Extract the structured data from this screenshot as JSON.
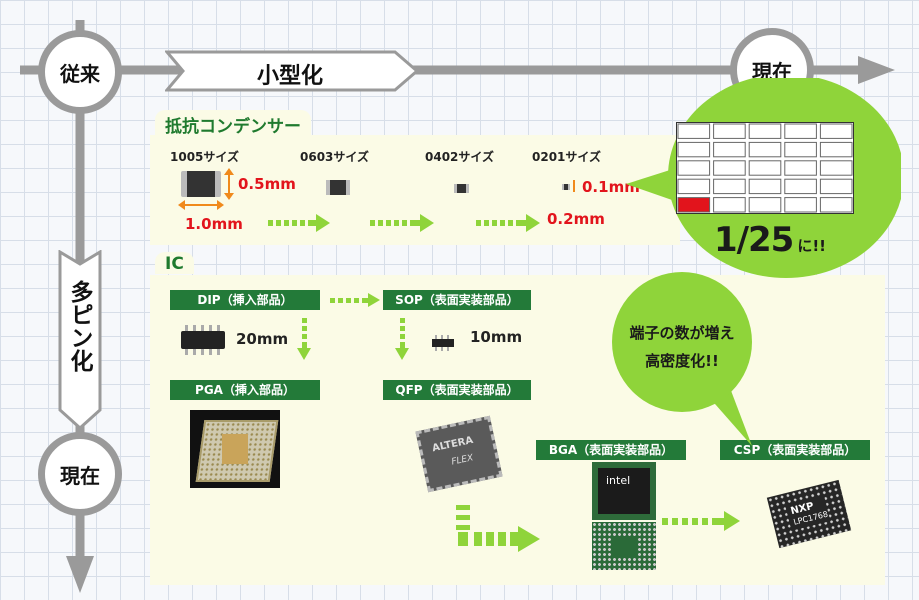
{
  "axis": {
    "origin_label": "従来",
    "right_end_label": "現在",
    "bottom_end_label": "現在",
    "horizontal_banner": "小型化",
    "vertical_banner": "多ピン化"
  },
  "sections": {
    "resistor": {
      "title": "抵抗コンデンサー",
      "sizes": [
        "1005サイズ",
        "0603サイズ",
        "0402サイズ",
        "0201サイズ"
      ],
      "dims": {
        "h1": "0.5mm",
        "w1": "1.0mm",
        "h2": "0.1mm",
        "w2": "0.2mm"
      }
    },
    "ic": {
      "title": "IC",
      "packages": {
        "dip": "DIP（挿入部品）",
        "sop": "SOP（表面実装部品）",
        "pga": "PGA（挿入部品）",
        "qfp": "QFP（表面実装部品）",
        "bga": "BGA（表面実装部品）",
        "csp": "CSP（表面実装部品）"
      },
      "dims": {
        "dip": "20mm",
        "sop": "10mm"
      }
    }
  },
  "callouts": {
    "reduction": "1/25",
    "reduction_suffix": "に!!",
    "density_line1": "端子の数が増え",
    "density_line2": "高密度化!!"
  },
  "chip_labels": {
    "intel": "intel",
    "nxp": "NXP",
    "nxp_part": "LPC1768",
    "altera": "ALTERA",
    "flex": "FLEX"
  },
  "grid_chart": {
    "cells_total": 25,
    "cells_highlighted": 1
  },
  "colors": {
    "accent_green": "#237a39",
    "bubble_green": "#8fd43a",
    "red": "#e2141c",
    "gray": "#9a9a9a"
  }
}
